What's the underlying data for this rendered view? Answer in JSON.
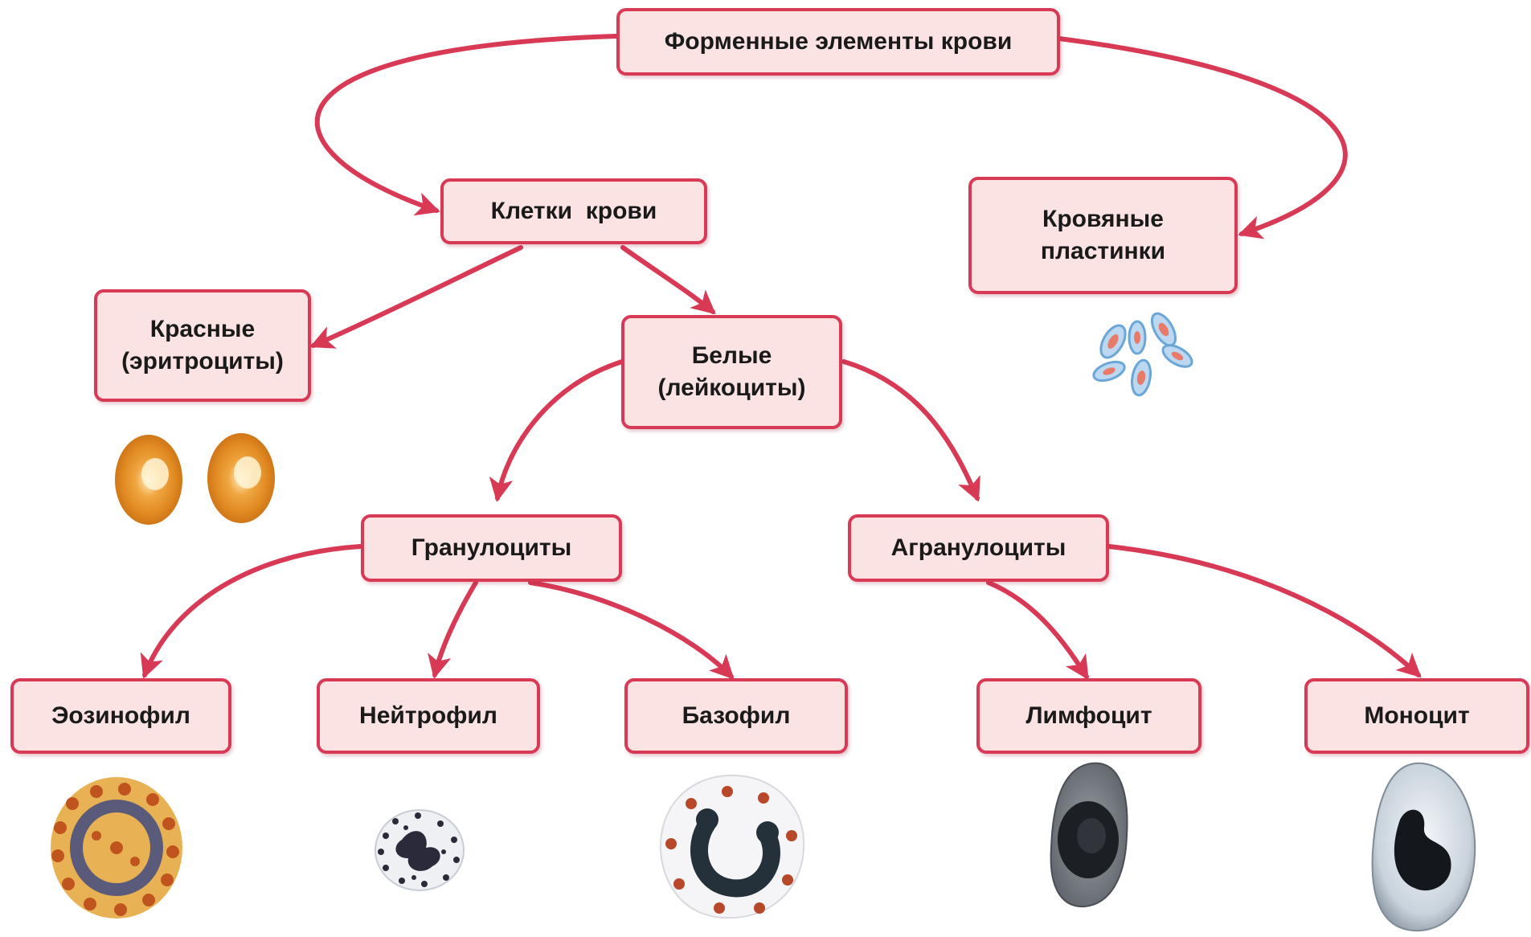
{
  "colors": {
    "arrow": "#d83a55",
    "box_fill": "#fbe3e4",
    "box_border": "#d83a55"
  },
  "nodes": {
    "root": "Форменные элементы крови",
    "cells": "Клетки  крови",
    "platelets": [
      "Кровяные",
      "пластинки"
    ],
    "red": [
      "Красные",
      "(эритроциты)"
    ],
    "white": [
      "Белые",
      "(лейкоциты)"
    ],
    "granulocytes": "Гранулоциты",
    "agranulocytes": "Агранулоциты",
    "eosinophil": "Эозинофил",
    "neutrophil": "Нейтрофил",
    "basophil": "Базофил",
    "lymphocyte": "Лимфоцит",
    "monocyte": "Моноцит"
  },
  "illustrations": [
    "platelets-cluster",
    "erythrocyte-pair",
    "eosinophil-cell",
    "neutrophil-cell",
    "basophil-cell",
    "lymphocyte-cell",
    "monocyte-cell"
  ]
}
